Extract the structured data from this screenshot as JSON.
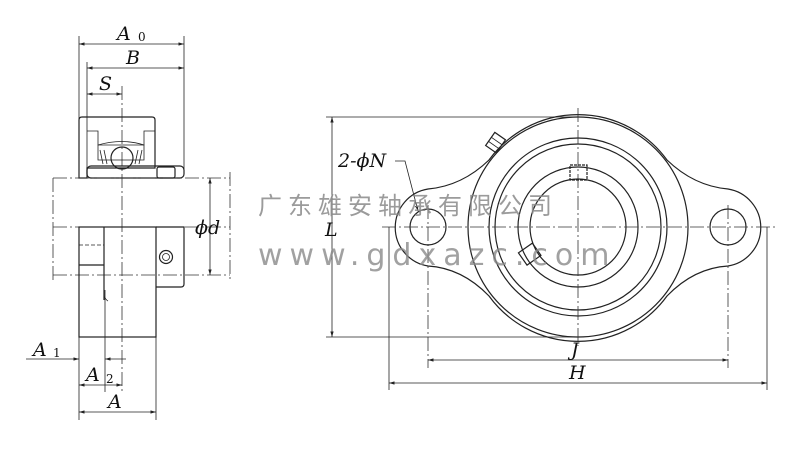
{
  "labels": {
    "A0": "A",
    "A0_sub": "0",
    "B": "B",
    "S": "S",
    "phi_d": "ϕd",
    "A1": "A",
    "A1_sub": "1",
    "A2": "A",
    "A2_sub": "2",
    "A": "A",
    "N": "2-ϕN",
    "L": "L",
    "J": "J",
    "H": "H"
  },
  "watermark": {
    "company": "广东雄安轴承有限公司",
    "url": "www.gdxazc.com"
  },
  "colors": {
    "housing_fill": "#cfe9f5",
    "bearing_fill": "#9fd4ec"
  }
}
